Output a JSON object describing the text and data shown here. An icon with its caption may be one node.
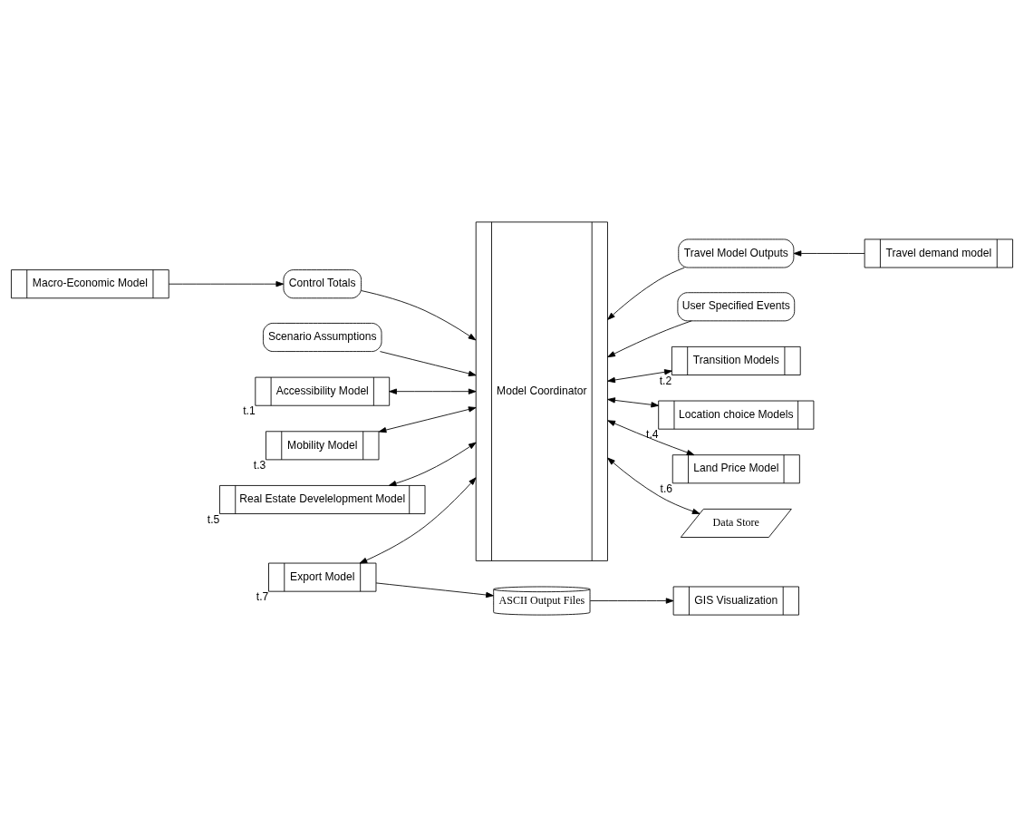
{
  "diagram": {
    "nodes": [
      {
        "text": [
          "Macro-Economic Model"
        ]
      },
      {
        "text": [
          "Control Totals"
        ]
      },
      {
        "text": [
          "Travel Model Outputs"
        ]
      },
      {
        "text": [
          "Travel demand model"
        ]
      },
      {
        "text": [
          "Model Coordinator"
        ]
      },
      {
        "text": [
          "Scenario Assumptions"
        ]
      },
      {
        "text": [
          "User Specified Events"
        ]
      },
      {
        "text": [
          "Accessibility Model"
        ],
        "beside": [
          "t.1"
        ]
      },
      {
        "text": [
          "Transition Models"
        ],
        "beside": [
          "t.2"
        ]
      },
      {
        "text": [
          "Mobility Model"
        ],
        "beside": [
          "t.3"
        ]
      },
      {
        "text": [
          "Location choice Models"
        ],
        "beside": [
          "t.4"
        ]
      },
      {
        "text": [
          "Real Estate Develelopment Model"
        ],
        "beside": [
          "t.5"
        ]
      },
      {
        "text": [
          "Land Price Model"
        ],
        "beside": [
          "t.6"
        ]
      },
      {
        "text": [
          "Export Model"
        ],
        "beside": [
          "t.7"
        ]
      },
      {
        "text": [
          "ASCII Output Files"
        ]
      },
      {
        "text": [
          "GIS Visualization"
        ]
      },
      {
        "text": [
          "Data Store"
        ]
      }
    ],
    "edges": [
      {
        "from": 0,
        "to": 1,
        "arrow": "to"
      },
      {
        "from": 1,
        "to": 4,
        "arrow": "to"
      },
      {
        "from": 3,
        "to": 2,
        "arrow": "to"
      },
      {
        "from": 2,
        "to": 4,
        "arrow": "to"
      },
      {
        "from": 5,
        "to": 4,
        "arrow": "to"
      },
      {
        "from": 6,
        "to": 4,
        "arrow": "to"
      },
      {
        "from": 7,
        "to": 4,
        "arrow": "both"
      },
      {
        "from": 8,
        "to": 4,
        "arrow": "both"
      },
      {
        "from": 9,
        "to": 4,
        "arrow": "both"
      },
      {
        "from": 10,
        "to": 4,
        "arrow": "both"
      },
      {
        "from": 11,
        "to": 4,
        "arrow": "both"
      },
      {
        "from": 12,
        "to": 4,
        "arrow": "both"
      },
      {
        "from": 13,
        "to": 4,
        "arrow": "both"
      },
      {
        "from": 13,
        "to": 14,
        "arrow": "to"
      },
      {
        "from": 14,
        "to": 15,
        "arrow": "to"
      },
      {
        "from": 4,
        "to": 16,
        "arrow": "both"
      }
    ]
  }
}
